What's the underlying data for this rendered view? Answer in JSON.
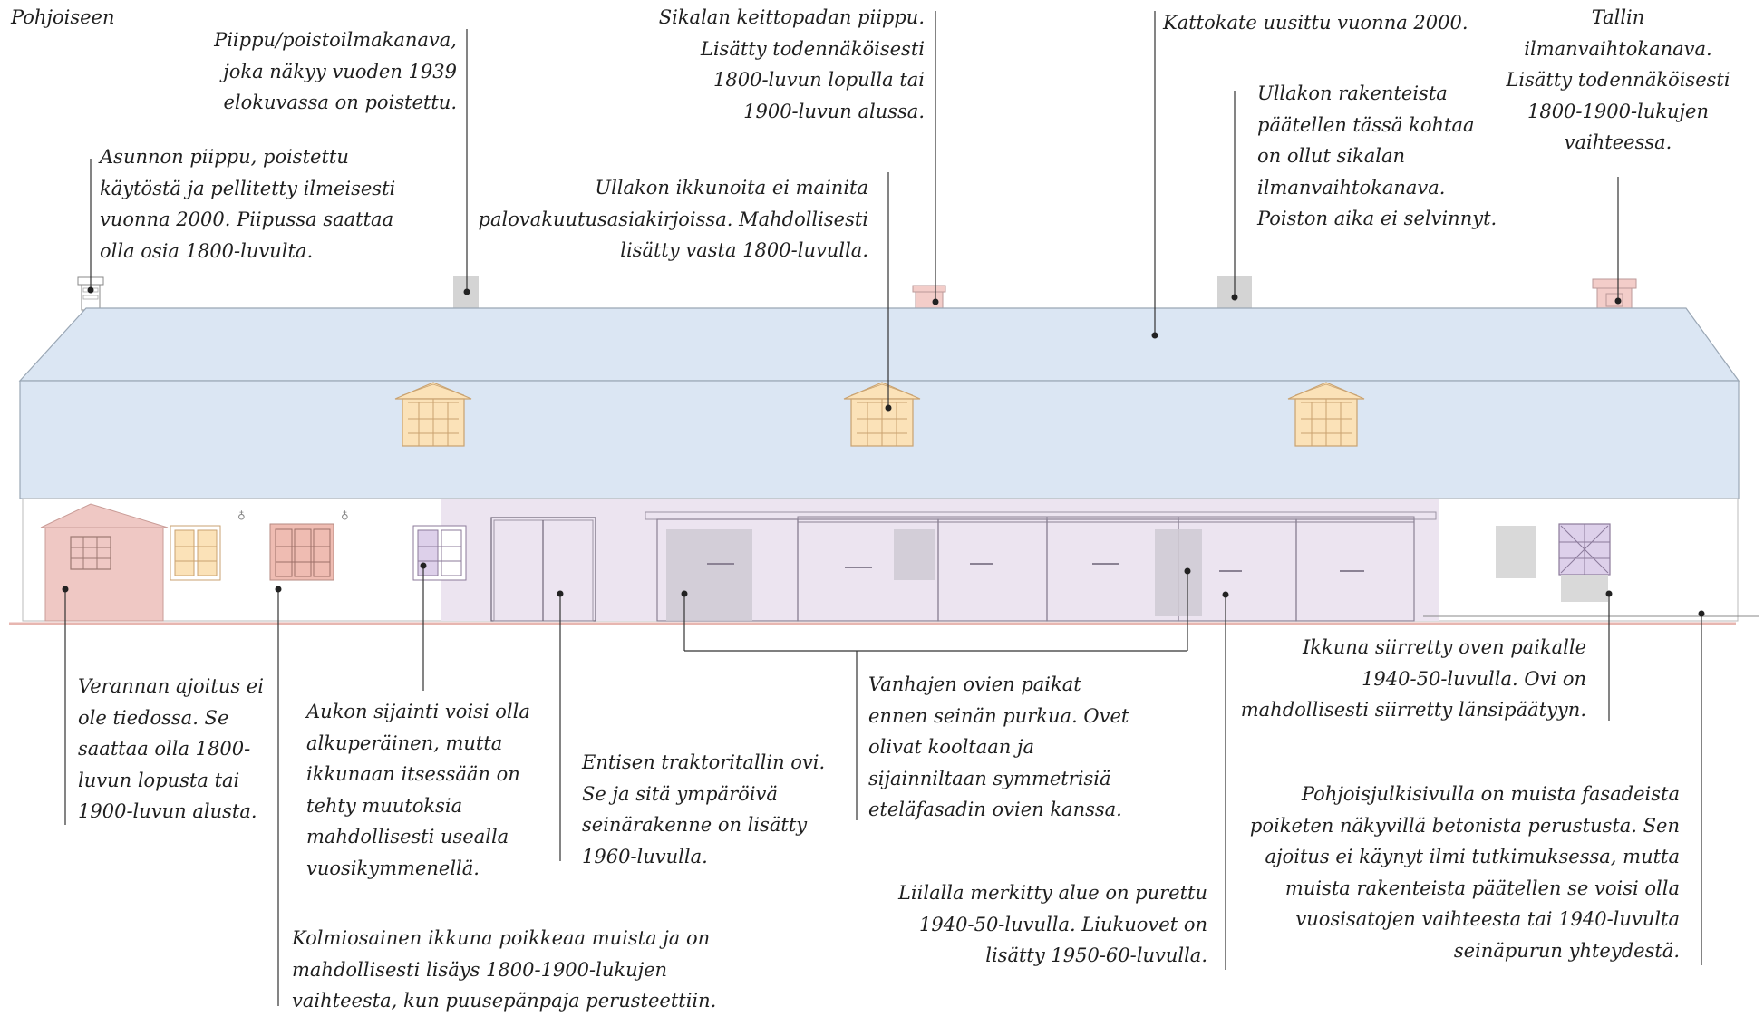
{
  "heading": "Pohjoiseen",
  "annotations": {
    "chimney_residence": "Asunnon piippu, poistettu\nkäytöstä ja pellitetty ilmeisesti\nvuonna 2000. Piipussa saattaa\nolla osia 1800-luvulta.",
    "vent_removed": "Piippu/poistoilmakanava,\njoka näkyy vuoden 1939\nelokuvassa on poistettu.",
    "pigsty_chimney": "Sikalan keittopadan piippu.\nLisätty todennäköisesti\n1800-luvun lopulla tai\n1900-luvun alussa.",
    "attic_windows": "Ullakon ikkunoita ei mainita\npalovakuutusasiakirjoissa. Mahdollisesti\nlisätty vasta 1800-luvulla.",
    "roof": "Kattokate uusittu vuonna 2000.",
    "pigsty_vent": "Ullakon rakenteista\npäätellen tässä kohtaa\non ollut sikalan\nilmanvaihtokanava.\nPoiston aika ei selvinnyt.",
    "stable_vent": "Tallin\nilmanvaihtokanava.\nLisätty todennäköisesti\n1800-1900-lukujen\nvaihteessa.",
    "porch": "Verannan ajoitus ei\nole tiedossa. Se\nsaattaa olla 1800-\nluvun lopusta tai\n1900-luvun alusta.",
    "opening": "Aukon sijainti voisi olla\nalkuperäinen, mutta\nikkunaan itsessään on\ntehty muutoksia\nmahdollisesti usealla\nvuosikymmenellä.",
    "tractor_door": "Entisen traktoritallin ovi.\nSe ja sitä ympäröivä\nseinärakenne on lisätty\n1960-luvulla.",
    "old_doors": "Vanhajen ovien paikat\nennen seinän purkua. Ovet\nolivat kooltaan ja\nsijainniltaan symmetrisiä\neteläfasadin ovien kanssa.",
    "moved_window": "Ikkuna siirretty oven paikalle\n1940-50-luvulla. Ovi on\nmahdollisesti siirretty länsipäätyyn.",
    "purple_area": "Liilalla merkitty alue on purettu\n1940-50-luvulla. Liukuovet on\nlisätty 1950-60-luvulla.",
    "foundation": "Pohjoisjulkisivulla on muista fasadeista\npoiketen näkyvillä betonista perustusta. Sen\najoitus ei käynyt ilmi tutkimuksessa, mutta\nmuista rakenteista päätellen se voisi olla\nvuosisatojen vaihteesta tai 1940-luvulta\nseinäpurun yhteydestä.",
    "triple_window": "Kolmiosainen ikkuna poikkeaa muista ja on\nmahdollisesti lisäys 1800-1900-lukujen\nvaihteesta, kun puusepänpaja perusteettiin."
  },
  "colors": {
    "roof": "#dbe6f3",
    "roof_front": "#d6e3f2",
    "roof_stroke": "#9aa7b5",
    "wall": "#ffffff",
    "purple_demolished": "#ece4f0",
    "pink_porch": "#efc8c4",
    "yellow_window": "#fbe2b8",
    "pink_window": "#efbcb2",
    "lilac_window": "#ddd0ea",
    "grey_marker": "#d9d9d9",
    "chimney_pink": "#f3cdc9",
    "leader_line": "#333333"
  }
}
